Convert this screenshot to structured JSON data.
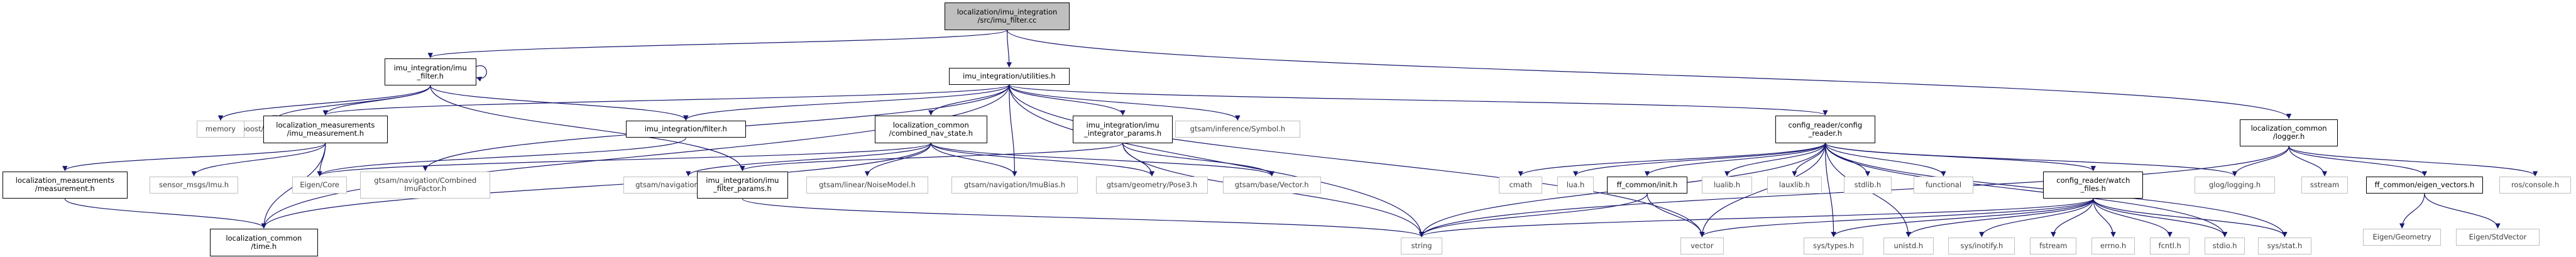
{
  "title": "",
  "nodes": [
    {
      "id": "n_root",
      "lines": [
        "localization/imu_integration",
        "/src/imu_filter.cc"
      ],
      "kind": "root"
    },
    {
      "id": "n_filter_h",
      "lines": [
        "imu_integration/imu",
        "_filter.h"
      ],
      "kind": "project"
    },
    {
      "id": "n_utilities",
      "lines": [
        "imu_integration/utilities.h"
      ],
      "kind": "project"
    },
    {
      "id": "n_logger",
      "lines": [
        "localization_common",
        "/logger.h"
      ],
      "kind": "project"
    },
    {
      "id": "n_boost_optional",
      "lines": [
        "boost/optional.hpp"
      ],
      "kind": "system"
    },
    {
      "id": "n_memory",
      "lines": [
        "memory"
      ],
      "kind": "system"
    },
    {
      "id": "n_imu_measurement",
      "lines": [
        "localization_measurements",
        "/imu_measurement.h"
      ],
      "kind": "project"
    },
    {
      "id": "n_imu_filter2",
      "lines": [
        "imu_integration/filter.h"
      ],
      "kind": "project"
    },
    {
      "id": "n_combined_nav",
      "lines": [
        "localization_common",
        "/combined_nav_state.h"
      ],
      "kind": "project"
    },
    {
      "id": "n_integrator_params",
      "lines": [
        "imu_integration/imu",
        "_integrator_params.h"
      ],
      "kind": "project"
    },
    {
      "id": "n_symbol",
      "lines": [
        "gtsam/inference/Symbol.h"
      ],
      "kind": "system"
    },
    {
      "id": "n_config_reader",
      "lines": [
        "config_reader/config",
        "_reader.h"
      ],
      "kind": "project"
    },
    {
      "id": "n_measurement",
      "lines": [
        "localization_measurements",
        "/measurement.h"
      ],
      "kind": "project"
    },
    {
      "id": "n_sensor_msgs",
      "lines": [
        "sensor_msgs/Imu.h"
      ],
      "kind": "system"
    },
    {
      "id": "n_eigen_core",
      "lines": [
        "Eigen/Core"
      ],
      "kind": "system"
    },
    {
      "id": "n_combined_imu",
      "lines": [
        "gtsam/navigation/Combined",
        "ImuFactor.h"
      ],
      "kind": "system"
    },
    {
      "id": "n_navstate",
      "lines": [
        "gtsam/navigation/NavState.h"
      ],
      "kind": "system"
    },
    {
      "id": "n_filter_params",
      "lines": [
        "imu_integration/imu",
        "_filter_params.h"
      ],
      "kind": "project"
    },
    {
      "id": "n_noise_model",
      "lines": [
        "gtsam/linear/NoiseModel.h"
      ],
      "kind": "system"
    },
    {
      "id": "n_imubias",
      "lines": [
        "gtsam/navigation/ImuBias.h"
      ],
      "kind": "system"
    },
    {
      "id": "n_pose3",
      "lines": [
        "gtsam/geometry/Pose3.h"
      ],
      "kind": "system"
    },
    {
      "id": "n_vector_h",
      "lines": [
        "gtsam/base/Vector.h"
      ],
      "kind": "system"
    },
    {
      "id": "n_time",
      "lines": [
        "localization_common",
        "/time.h"
      ],
      "kind": "project"
    },
    {
      "id": "n_string",
      "lines": [
        "string"
      ],
      "kind": "system"
    },
    {
      "id": "n_cmath",
      "lines": [
        "cmath"
      ],
      "kind": "system"
    },
    {
      "id": "n_lua",
      "lines": [
        "lua.h"
      ],
      "kind": "system"
    },
    {
      "id": "n_ff_init",
      "lines": [
        "ff_common/init.h"
      ],
      "kind": "project"
    },
    {
      "id": "n_lualib",
      "lines": [
        "lualib.h"
      ],
      "kind": "system"
    },
    {
      "id": "n_lauxlib",
      "lines": [
        "lauxlib.h"
      ],
      "kind": "system"
    },
    {
      "id": "n_stdlib",
      "lines": [
        "stdlib.h"
      ],
      "kind": "system"
    },
    {
      "id": "n_functional",
      "lines": [
        "functional"
      ],
      "kind": "system"
    },
    {
      "id": "n_watch_files",
      "lines": [
        "config_reader/watch",
        "_files.h"
      ],
      "kind": "project"
    },
    {
      "id": "n_vector",
      "lines": [
        "vector"
      ],
      "kind": "system"
    },
    {
      "id": "n_sys_types",
      "lines": [
        "sys/types.h"
      ],
      "kind": "system"
    },
    {
      "id": "n_unistd",
      "lines": [
        "unistd.h"
      ],
      "kind": "system"
    },
    {
      "id": "n_sys_inotify",
      "lines": [
        "sys/inotify.h"
      ],
      "kind": "system"
    },
    {
      "id": "n_fstream",
      "lines": [
        "fstream"
      ],
      "kind": "system"
    },
    {
      "id": "n_errno",
      "lines": [
        "errno.h"
      ],
      "kind": "system"
    },
    {
      "id": "n_fcntl",
      "lines": [
        "fcntl.h"
      ],
      "kind": "system"
    },
    {
      "id": "n_stdio",
      "lines": [
        "stdio.h"
      ],
      "kind": "system"
    },
    {
      "id": "n_sys_stat",
      "lines": [
        "sys/stat.h"
      ],
      "kind": "system"
    },
    {
      "id": "n_glog",
      "lines": [
        "glog/logging.h"
      ],
      "kind": "system"
    },
    {
      "id": "n_sstream",
      "lines": [
        "sstream"
      ],
      "kind": "system"
    },
    {
      "id": "n_eigen_vectors",
      "lines": [
        "ff_common/eigen_vectors.h"
      ],
      "kind": "project"
    },
    {
      "id": "n_ros_console",
      "lines": [
        "ros/console.h"
      ],
      "kind": "system"
    },
    {
      "id": "n_eigen_geometry",
      "lines": [
        "Eigen/Geometry"
      ],
      "kind": "system"
    },
    {
      "id": "n_eigen_stdvector",
      "lines": [
        "Eigen/StdVector"
      ],
      "kind": "system"
    }
  ],
  "edges": [
    [
      "n_root",
      "n_filter_h"
    ],
    [
      "n_root",
      "n_utilities"
    ],
    [
      "n_root",
      "n_logger"
    ],
    [
      "n_filter_h",
      "n_filter_h"
    ],
    [
      "n_filter_h",
      "n_boost_optional"
    ],
    [
      "n_filter_h",
      "n_memory"
    ],
    [
      "n_filter_h",
      "n_imu_measurement"
    ],
    [
      "n_filter_h",
      "n_imu_filter2"
    ],
    [
      "n_filter_h",
      "n_filter_params"
    ],
    [
      "n_utilities",
      "n_imu_measurement"
    ],
    [
      "n_utilities",
      "n_imu_filter2"
    ],
    [
      "n_utilities",
      "n_combined_nav"
    ],
    [
      "n_utilities",
      "n_integrator_params"
    ],
    [
      "n_utilities",
      "n_symbol"
    ],
    [
      "n_utilities",
      "n_config_reader"
    ],
    [
      "n_utilities",
      "n_combined_imu"
    ],
    [
      "n_utilities",
      "n_imubias"
    ],
    [
      "n_utilities",
      "n_string"
    ],
    [
      "n_utilities",
      "n_vector"
    ],
    [
      "n_utilities",
      "n_time"
    ],
    [
      "n_imu_measurement",
      "n_measurement"
    ],
    [
      "n_imu_measurement",
      "n_sensor_msgs"
    ],
    [
      "n_imu_measurement",
      "n_eigen_core"
    ],
    [
      "n_imu_measurement",
      "n_time"
    ],
    [
      "n_measurement",
      "n_time"
    ],
    [
      "n_combined_nav",
      "n_time"
    ],
    [
      "n_combined_nav",
      "n_navstate"
    ],
    [
      "n_combined_nav",
      "n_noise_model"
    ],
    [
      "n_combined_nav",
      "n_imubias"
    ],
    [
      "n_combined_nav",
      "n_pose3"
    ],
    [
      "n_combined_nav",
      "n_vector_h"
    ],
    [
      "n_combined_nav",
      "n_eigen_core"
    ],
    [
      "n_integrator_params",
      "n_filter_params"
    ],
    [
      "n_integrator_params",
      "n_pose3"
    ],
    [
      "n_integrator_params",
      "n_vector_h"
    ],
    [
      "n_integrator_params",
      "n_string"
    ],
    [
      "n_filter_params",
      "n_string"
    ],
    [
      "n_imu_filter2",
      "n_eigen_core"
    ],
    [
      "n_config_reader",
      "n_string"
    ],
    [
      "n_config_reader",
      "n_cmath"
    ],
    [
      "n_config_reader",
      "n_lua"
    ],
    [
      "n_config_reader",
      "n_ff_init"
    ],
    [
      "n_config_reader",
      "n_lualib"
    ],
    [
      "n_config_reader",
      "n_lauxlib"
    ],
    [
      "n_config_reader",
      "n_stdlib"
    ],
    [
      "n_config_reader",
      "n_functional"
    ],
    [
      "n_config_reader",
      "n_watch_files"
    ],
    [
      "n_config_reader",
      "n_vector"
    ],
    [
      "n_config_reader",
      "n_sys_types"
    ],
    [
      "n_config_reader",
      "n_unistd"
    ],
    [
      "n_config_reader",
      "n_stdio"
    ],
    [
      "n_config_reader",
      "n_sys_stat"
    ],
    [
      "n_config_reader",
      "n_glog"
    ],
    [
      "n_ff_init",
      "n_string"
    ],
    [
      "n_ff_init",
      "n_vector"
    ],
    [
      "n_watch_files",
      "n_string"
    ],
    [
      "n_watch_files",
      "n_vector"
    ],
    [
      "n_watch_files",
      "n_sys_types"
    ],
    [
      "n_watch_files",
      "n_unistd"
    ],
    [
      "n_watch_files",
      "n_sys_inotify"
    ],
    [
      "n_watch_files",
      "n_fstream"
    ],
    [
      "n_watch_files",
      "n_errno"
    ],
    [
      "n_watch_files",
      "n_fcntl"
    ],
    [
      "n_watch_files",
      "n_stdio"
    ],
    [
      "n_watch_files",
      "n_sys_stat"
    ],
    [
      "n_logger",
      "n_string"
    ],
    [
      "n_logger",
      "n_glog"
    ],
    [
      "n_logger",
      "n_sstream"
    ],
    [
      "n_logger",
      "n_eigen_vectors"
    ],
    [
      "n_logger",
      "n_ros_console"
    ],
    [
      "n_eigen_vectors",
      "n_eigen_geometry"
    ],
    [
      "n_eigen_vectors",
      "n_eigen_stdvector"
    ]
  ]
}
